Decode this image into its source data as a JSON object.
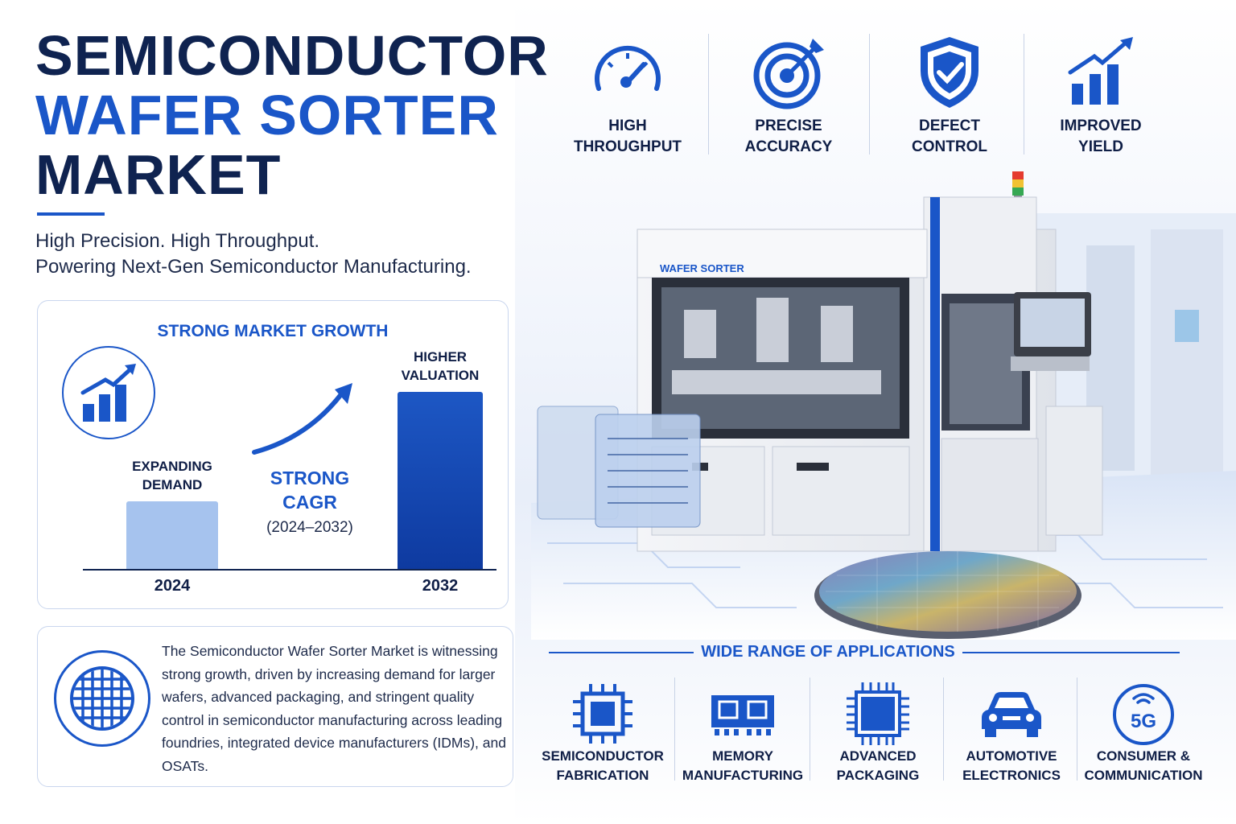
{
  "title": {
    "line1": "SEMICONDUCTOR",
    "line2": "WAFER SORTER",
    "line3": "MARKET"
  },
  "subtitle": {
    "line1": "High Precision. High Throughput.",
    "line2": "Powering Next-Gen Semiconductor Manufacturing."
  },
  "growth": {
    "title": "STRONG MARKET GROWTH",
    "left_label_1": "EXPANDING",
    "left_label_2": "DEMAND",
    "mid_label_1": "STRONG",
    "mid_label_2": "CAGR",
    "period": "(2024–2032)",
    "right_label_1": "HIGHER",
    "right_label_2": "VALUATION",
    "year_start": "2024",
    "year_end": "2032"
  },
  "description": "The Semiconductor Wafer Sorter Market is witnessing strong growth, driven by increasing demand for larger wafers, advanced packaging, and stringent quality control in semiconductor manufacturing across leading foundries, integrated device manufacturers (IDMs), and OSATs.",
  "features": [
    {
      "line1": "HIGH",
      "line2": "THROUGHPUT",
      "icon": "speedometer-icon"
    },
    {
      "line1": "PRECISE",
      "line2": "ACCURACY",
      "icon": "target-icon"
    },
    {
      "line1": "DEFECT",
      "line2": "CONTROL",
      "icon": "shield-check-icon"
    },
    {
      "line1": "IMPROVED",
      "line2": "YIELD",
      "icon": "growth-chart-icon"
    }
  ],
  "machine": {
    "label": "WAFER SORTER"
  },
  "applications": {
    "title": "WIDE RANGE OF APPLICATIONS",
    "items": [
      {
        "line1": "SEMICONDUCTOR",
        "line2": "FABRICATION",
        "icon": "chip-icon"
      },
      {
        "line1": "MEMORY",
        "line2": "MANUFACTURING",
        "icon": "memory-icon"
      },
      {
        "line1": "ADVANCED",
        "line2": "PACKAGING",
        "icon": "package-chip-icon"
      },
      {
        "line1": "AUTOMOTIVE",
        "line2": "ELECTRONICS",
        "icon": "car-icon"
      },
      {
        "line1": "CONSUMER &",
        "line2": "COMMUNICATION",
        "icon": "5g-icon",
        "icon_text": "5G"
      }
    ]
  },
  "colors": {
    "brand_blue": "#1a56c8",
    "navy": "#0f2350",
    "light_bar": "#a6c3ee"
  }
}
